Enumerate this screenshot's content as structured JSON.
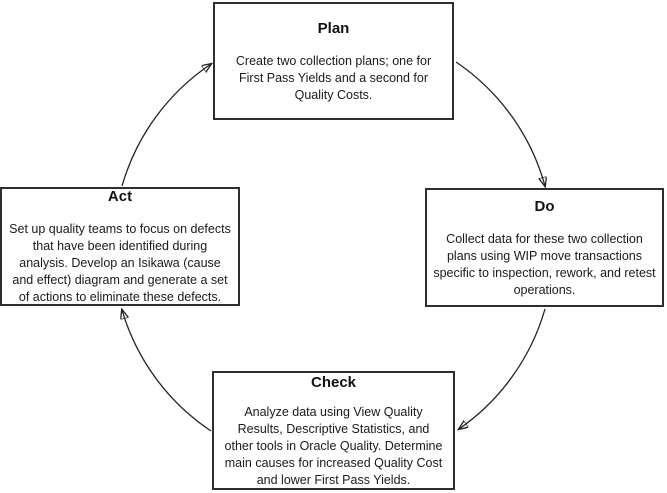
{
  "diagram": {
    "kind": "cycle-diagram",
    "colors": {
      "background": "#ffffff",
      "box_border": "#2e2e2e",
      "text": "#1a1a1a",
      "arrow": "#222222"
    },
    "nodes": {
      "plan": {
        "title": "Plan",
        "description": "Create two collection plans; one for First Pass Yields and a second for Quality Costs.",
        "lines": [
          "Create two collection plans; one for",
          "First Pass Yields and a second for",
          "Quality Costs."
        ]
      },
      "do": {
        "title": "Do",
        "description": "Collect data for these two collection plans using WIP move transactions specific to inspection, rework, and retest operations.",
        "lines": [
          "Collect data for these two collection",
          "plans using WIP move transactions",
          "specific to inspection, rework, and retest",
          "operations."
        ]
      },
      "check": {
        "title": "Check",
        "description": "Analyze data using View Quality Results, Descriptive Statistics, and other tools in Oracle Quality. Determine main causes for increased Quality Cost and lower First Pass Yields.",
        "lines": [
          "Analyze data using View Quality",
          "Results, Descriptive Statistics, and",
          "other tools in Oracle Quality. Determine",
          "main causes for increased Quality Cost",
          "and lower First Pass Yields."
        ]
      },
      "act": {
        "title": "Act",
        "description": "Set up quality teams to focus on defects that have been identified during analysis. Develop an Isikawa (cause and effect) diagram and generate a set of actions to eliminate these defects.",
        "lines": [
          "Set up quality teams to focus on defects",
          "that have been identified during",
          "analysis. Develop an Isikawa (cause",
          "and effect) diagram and generate a set",
          "of actions to eliminate these defects."
        ]
      }
    },
    "arrows": [
      {
        "from": "Act",
        "to": "Plan"
      },
      {
        "from": "Plan",
        "to": "Do"
      },
      {
        "from": "Do",
        "to": "Check"
      },
      {
        "from": "Check",
        "to": "Act"
      }
    ]
  }
}
